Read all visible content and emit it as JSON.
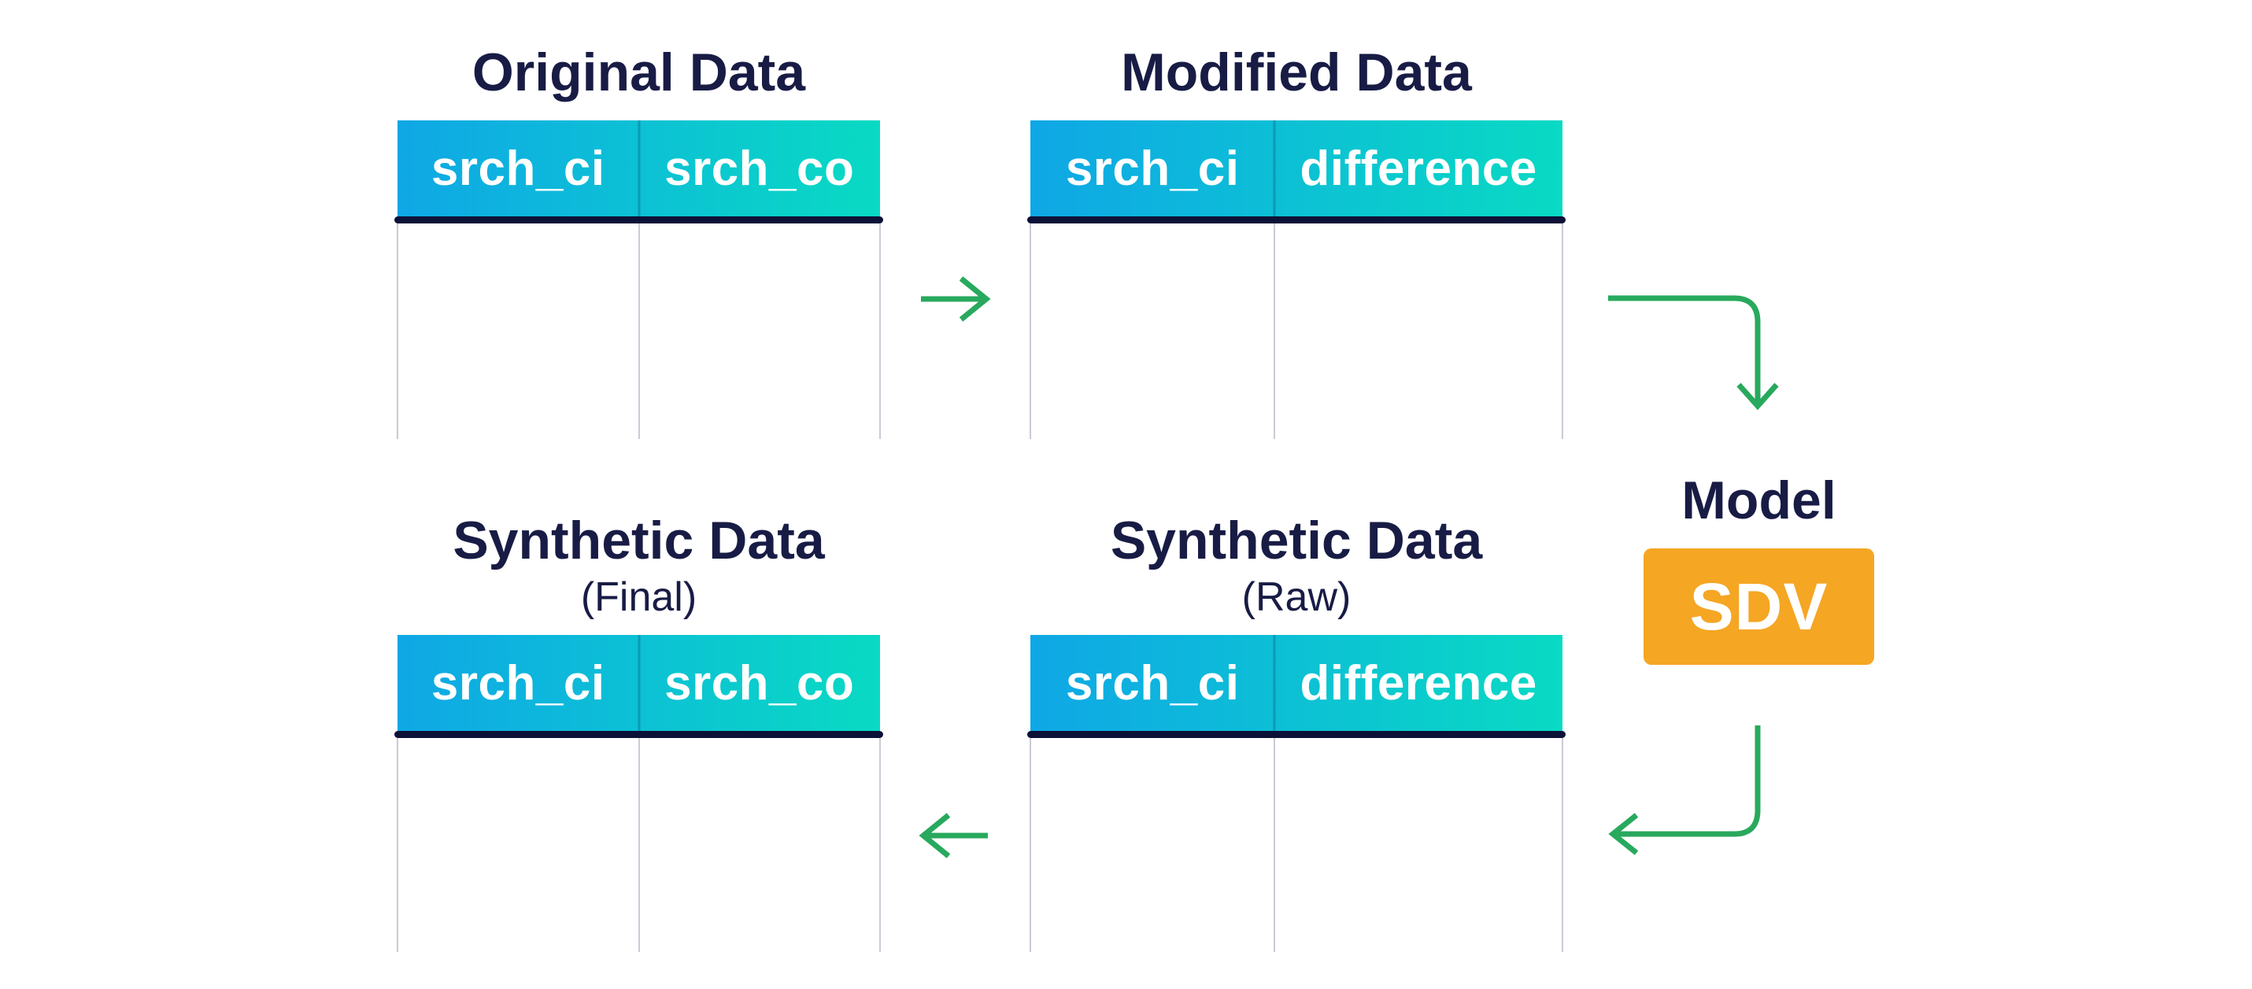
{
  "diagram": {
    "background": "#FFFFFF",
    "tables": [
      {
        "title": "Original Data",
        "subtitle": "",
        "columns": [
          "srch_ci",
          "srch_co"
        ]
      },
      {
        "title": "Modified Data",
        "subtitle": "",
        "columns": [
          "srch_ci",
          "difference"
        ]
      },
      {
        "title": "Synthetic Data",
        "subtitle": "(Final)",
        "columns": [
          "srch_ci",
          "srch_co"
        ]
      },
      {
        "title": "Synthetic Data",
        "subtitle": "(Raw)",
        "columns": [
          "srch_ci",
          "difference"
        ]
      }
    ],
    "model": {
      "label": "Model",
      "box_text": "SDV"
    },
    "colors": {
      "header_gradient_start": "#0FA7E6",
      "header_gradient_end": "#09DAC3",
      "navy": "#181C45",
      "navy_bar": "#0C1137",
      "green": "#28A95D",
      "orange": "#F5A623",
      "grid_line": "#CBCBD6",
      "text_on_header": "#FFFFFF"
    }
  }
}
